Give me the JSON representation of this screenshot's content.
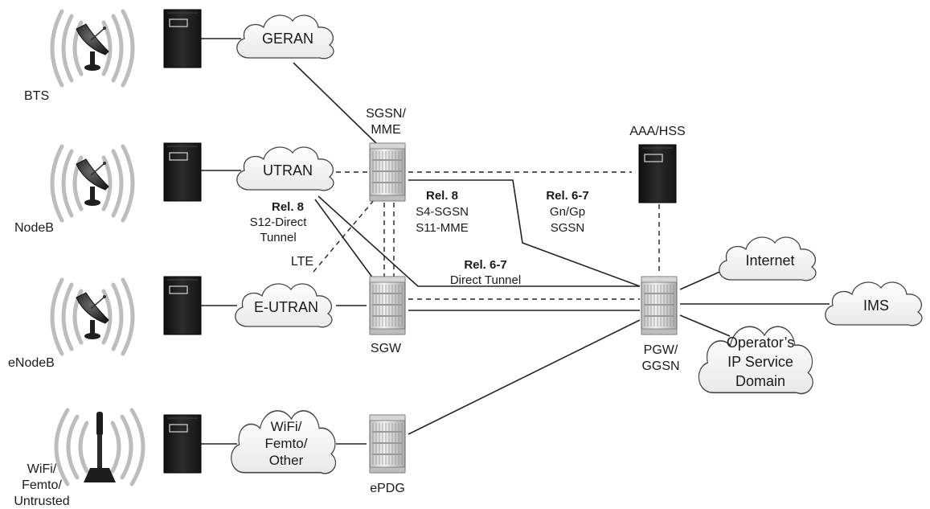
{
  "nodes": {
    "bts": "BTS",
    "nodeb": "NodeB",
    "enodeb": "eNodeB",
    "wifi": [
      "WiFi/",
      "Femto/",
      "Untrusted"
    ],
    "sgsn_mme": [
      "SGSN/",
      "MME"
    ],
    "sgw": "SGW",
    "pgw_ggsn": [
      "PGW/",
      "GGSN"
    ],
    "epdg": "ePDG",
    "aaa_hss": "AAA/HSS",
    "lte": "LTE"
  },
  "clouds": {
    "geran": "GERAN",
    "utran": "UTRAN",
    "eutran": "E-UTRAN",
    "wifi_femto_other": [
      "WiFi/",
      "Femto/",
      "Other"
    ],
    "internet": "Internet",
    "ims": "IMS",
    "operator": [
      "Operator’s",
      "IP Service",
      "Domain"
    ]
  },
  "annotations": {
    "s12": {
      "rel": "Rel. 8",
      "lines": [
        "S12-Direct",
        "Tunnel"
      ]
    },
    "s4s11": {
      "rel": "Rel. 8",
      "lines": [
        "S4-SGSN",
        "S11-MME"
      ]
    },
    "gngp": {
      "rel": "Rel. 6-7",
      "lines": [
        "Gn/Gp",
        "SGSN"
      ]
    },
    "direct": {
      "rel": "Rel. 6-7",
      "lines": [
        "Direct Tunnel"
      ]
    }
  },
  "colors": {
    "line": "#222222",
    "cloud_fill": "#f6f6f6",
    "server_dark": "#1c1c1c",
    "chassis": "#e4e4e4"
  }
}
